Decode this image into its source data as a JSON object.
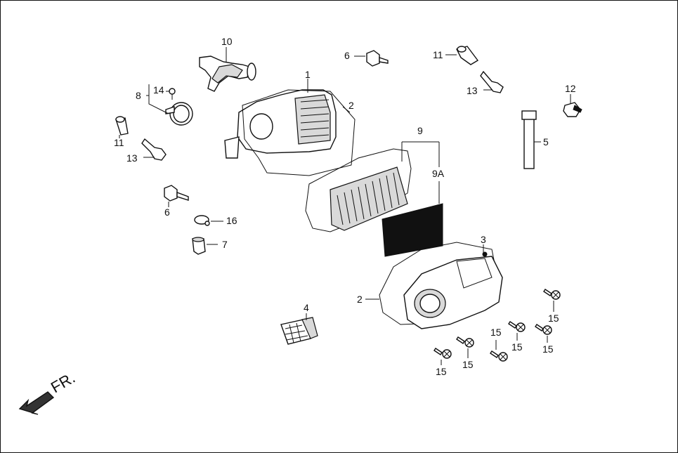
{
  "labels": {
    "p1": "1",
    "p2a": "2",
    "p2b": "2",
    "p3": "3",
    "p4": "4",
    "p5": "5",
    "p6a": "6",
    "p6b": "6",
    "p7": "7",
    "p8": "8",
    "p9": "9",
    "p9a": "9A",
    "p10": "10",
    "p11a": "11",
    "p11b": "11",
    "p12": "12",
    "p13a": "13",
    "p13b": "13",
    "p14": "14",
    "p15a": "15",
    "p15b": "15",
    "p15c": "15",
    "p15d": "15",
    "p15e": "15",
    "p15f": "15",
    "p16": "16"
  },
  "front_indicator": "FR."
}
